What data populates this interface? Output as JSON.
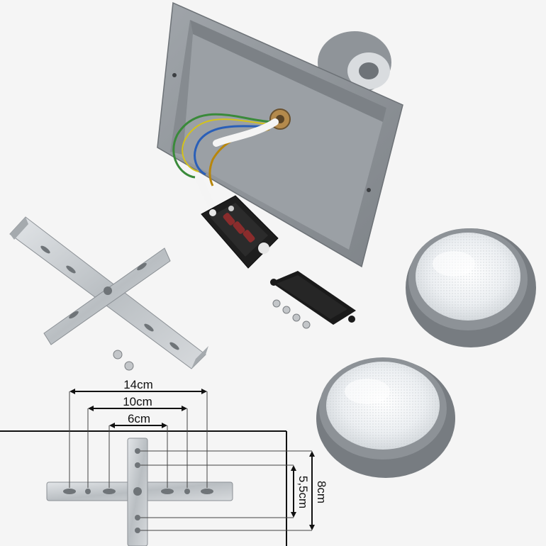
{
  "dimensions": {
    "width_14": "14cm",
    "width_10": "10cm",
    "width_6": "6cm",
    "height_8": "8cm",
    "height_5_5": "5,5cm"
  },
  "colors": {
    "background": "#f5f5f5",
    "housing": "#8d9297",
    "lens_ring": "#7d8287",
    "frosted_glass": "#eef0f2",
    "bracket": "#c7cbcf",
    "terminal_block": "#1c1c1c",
    "dimension_line": "#111111"
  },
  "parts": [
    "mounting-box-icon",
    "wall-bracket-icon",
    "terminal-block-icon",
    "cover-plate-icon",
    "screws-icon",
    "lens-cap-icon"
  ]
}
